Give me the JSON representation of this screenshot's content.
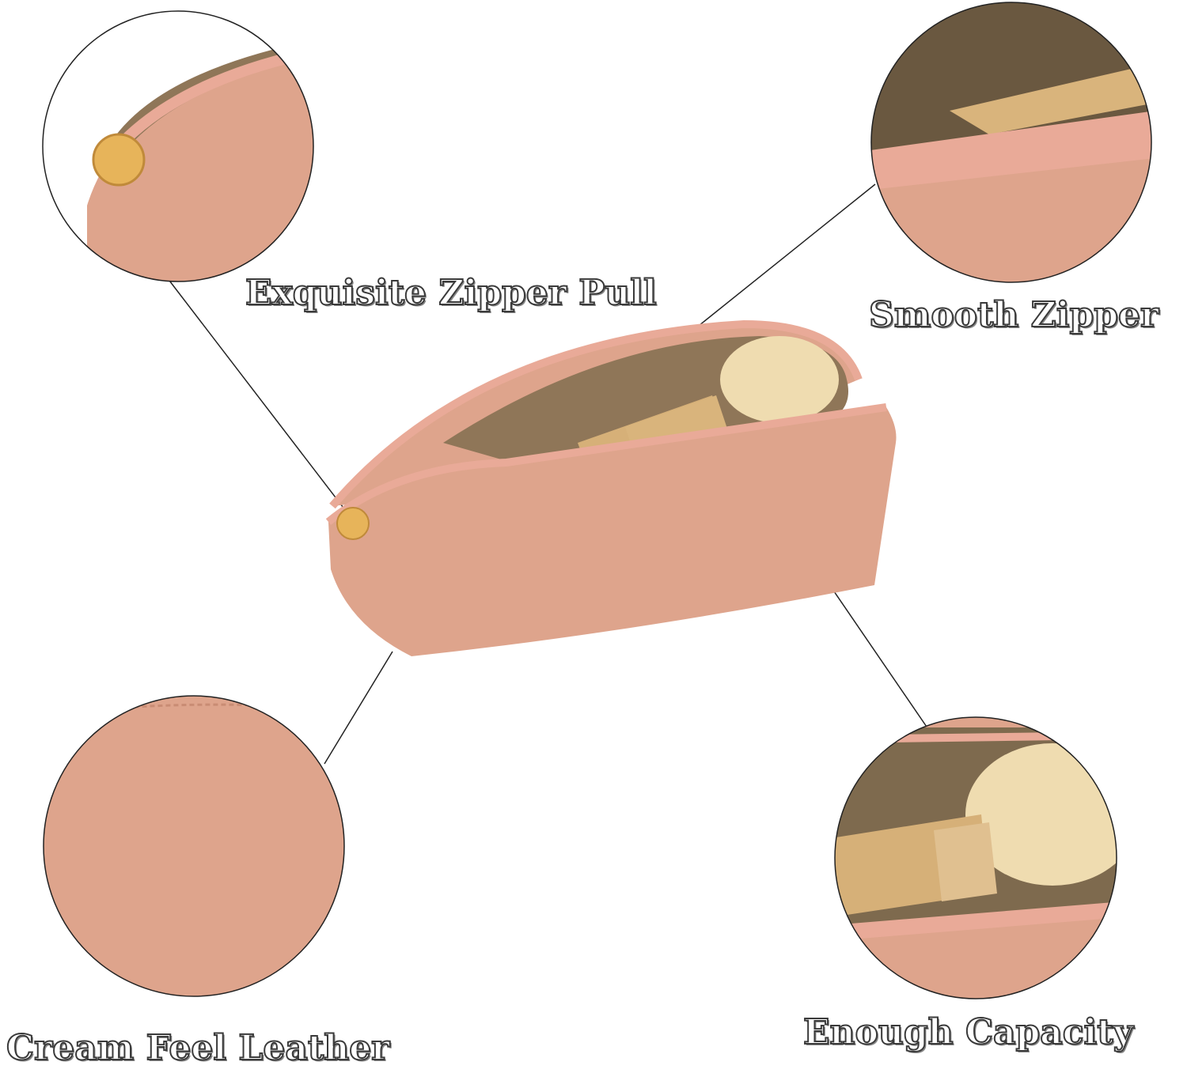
{
  "labels": {
    "zipper_pull": "Exquisite Zipper Pull",
    "smooth_zipper": "Smooth Zipper",
    "leather": "Cream Feel Leather",
    "capacity": "Enough Capacity"
  },
  "colors": {
    "leather": "#dea48c",
    "leather_dark": "#c98c74",
    "zipper": "#e8a898",
    "lining": "#9c8460",
    "bristle": "#efdcb0",
    "handle": "#d8b47a",
    "gold": "#e7b45a"
  }
}
